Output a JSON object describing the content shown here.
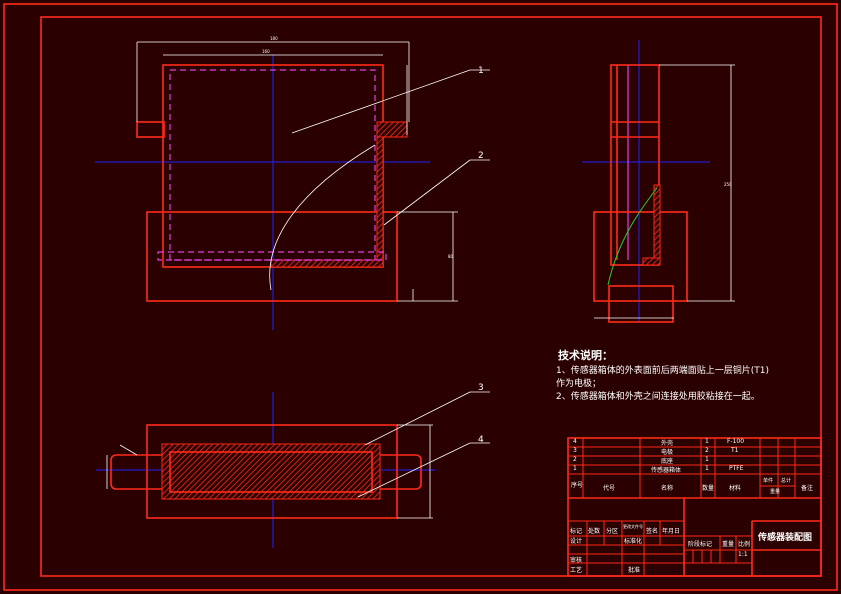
{
  "callouts": [
    "1",
    "2",
    "3",
    "4"
  ],
  "tech_notes": {
    "heading": "技术说明：",
    "lines": [
      "1、传感器箱体的外表面前后两端面贴上一层铜片(T1)",
      "作为电极；",
      "2、传感器箱体和外壳之间连接处用胶粘接在一起。"
    ]
  },
  "parts": [
    {
      "no": "4",
      "name": "外壳",
      "qty": "1",
      "material": "F-100"
    },
    {
      "no": "3",
      "name": "电极",
      "qty": "2",
      "material": "T1"
    },
    {
      "no": "2",
      "name": "底座",
      "qty": "1",
      "material": ""
    },
    {
      "no": "1",
      "name": "传感器箱体",
      "qty": "1",
      "material": "PTFE"
    }
  ],
  "table_headers": {
    "seq": "序号",
    "code": "代号",
    "name": "名称",
    "qty": "数量",
    "material": "材料",
    "unit": "单件",
    "total": "总计",
    "weight": "重量",
    "remark": "备注"
  },
  "title_block": {
    "drawing_title": "传感器装配图",
    "mark": "标记",
    "count": "处数",
    "zone": "分区",
    "change_doc": "更改文件号",
    "sign": "签名",
    "date": "年月日",
    "design": "设计",
    "standard": "标准化",
    "review": "审核",
    "process": "工艺",
    "approve": "批准",
    "stage_mark": "阶段标记",
    "weight": "重量",
    "scale": "比例",
    "scale_value": "1:1"
  }
}
